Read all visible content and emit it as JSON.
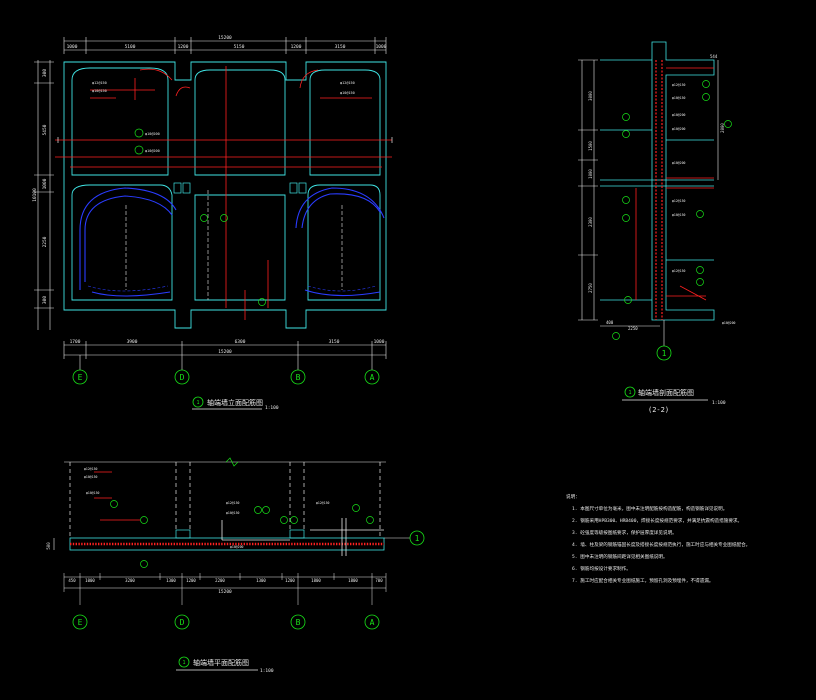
{
  "front_view": {
    "top_dims": [
      "1000",
      "5100",
      "1200",
      "5150",
      "1200",
      "3150",
      "1000"
    ],
    "overall_top": "15200",
    "left_dims": [
      "300",
      "5450",
      "1000",
      "2250",
      "300"
    ],
    "overall_left": "10100",
    "bottom_dims": [
      "1700",
      "3900",
      "6300",
      "3150",
      "1000"
    ],
    "overall_bottom": "15200",
    "axes": [
      "E",
      "D",
      "B",
      "A"
    ],
    "title_num": "1",
    "title": "轴端墙立面配筋图",
    "scale": "1:100"
  },
  "section_view": {
    "right_dims": [
      "544",
      "2000"
    ],
    "left_dims": [
      "3000",
      "1500",
      "1000",
      "2300",
      "2750"
    ],
    "bottom_dims": [
      "400",
      "2250"
    ],
    "axis": "1",
    "title_num": "1",
    "title": "轴端墙剖面配筋图",
    "subtitle": "(2-2)",
    "scale": "1:100"
  },
  "plan_view": {
    "bottom_dims": [
      "450",
      "1000",
      "3200",
      "1300",
      "1200",
      "2200",
      "1300",
      "1200",
      "1800",
      "1800",
      "700"
    ],
    "overall_bottom": "15200",
    "left_dim": "500",
    "axes": [
      "E",
      "D",
      "B",
      "A"
    ],
    "side_axis": "1",
    "title_num": "1",
    "title": "轴端墙平面配筋图",
    "scale": "1:100"
  },
  "notes": {
    "heading": "说明：",
    "items": [
      "1. 本图尺寸单位为毫米，图中未注明配筋按构造配筋，构造钢筋详见说明。",
      "2. 钢筋采用HPB300、HRB400，焊接长度按规范要求，并满足抗震构造措施要求。",
      "3. 砼强度等级按图纸要求，保护层厚度详见说明。",
      "4. 墙、柱及梁的钢筋锚固长度及搭接长度按规范执行，施工时应与相关专业图纸配合。",
      "5. 图中未注明的钢筋间距详见相关图纸说明。",
      "6. 钢筋均按设计要求制作。",
      "7. 施工时应配合相关专业图纸施工，预留孔洞及预埋件，不得遗漏。"
    ]
  }
}
